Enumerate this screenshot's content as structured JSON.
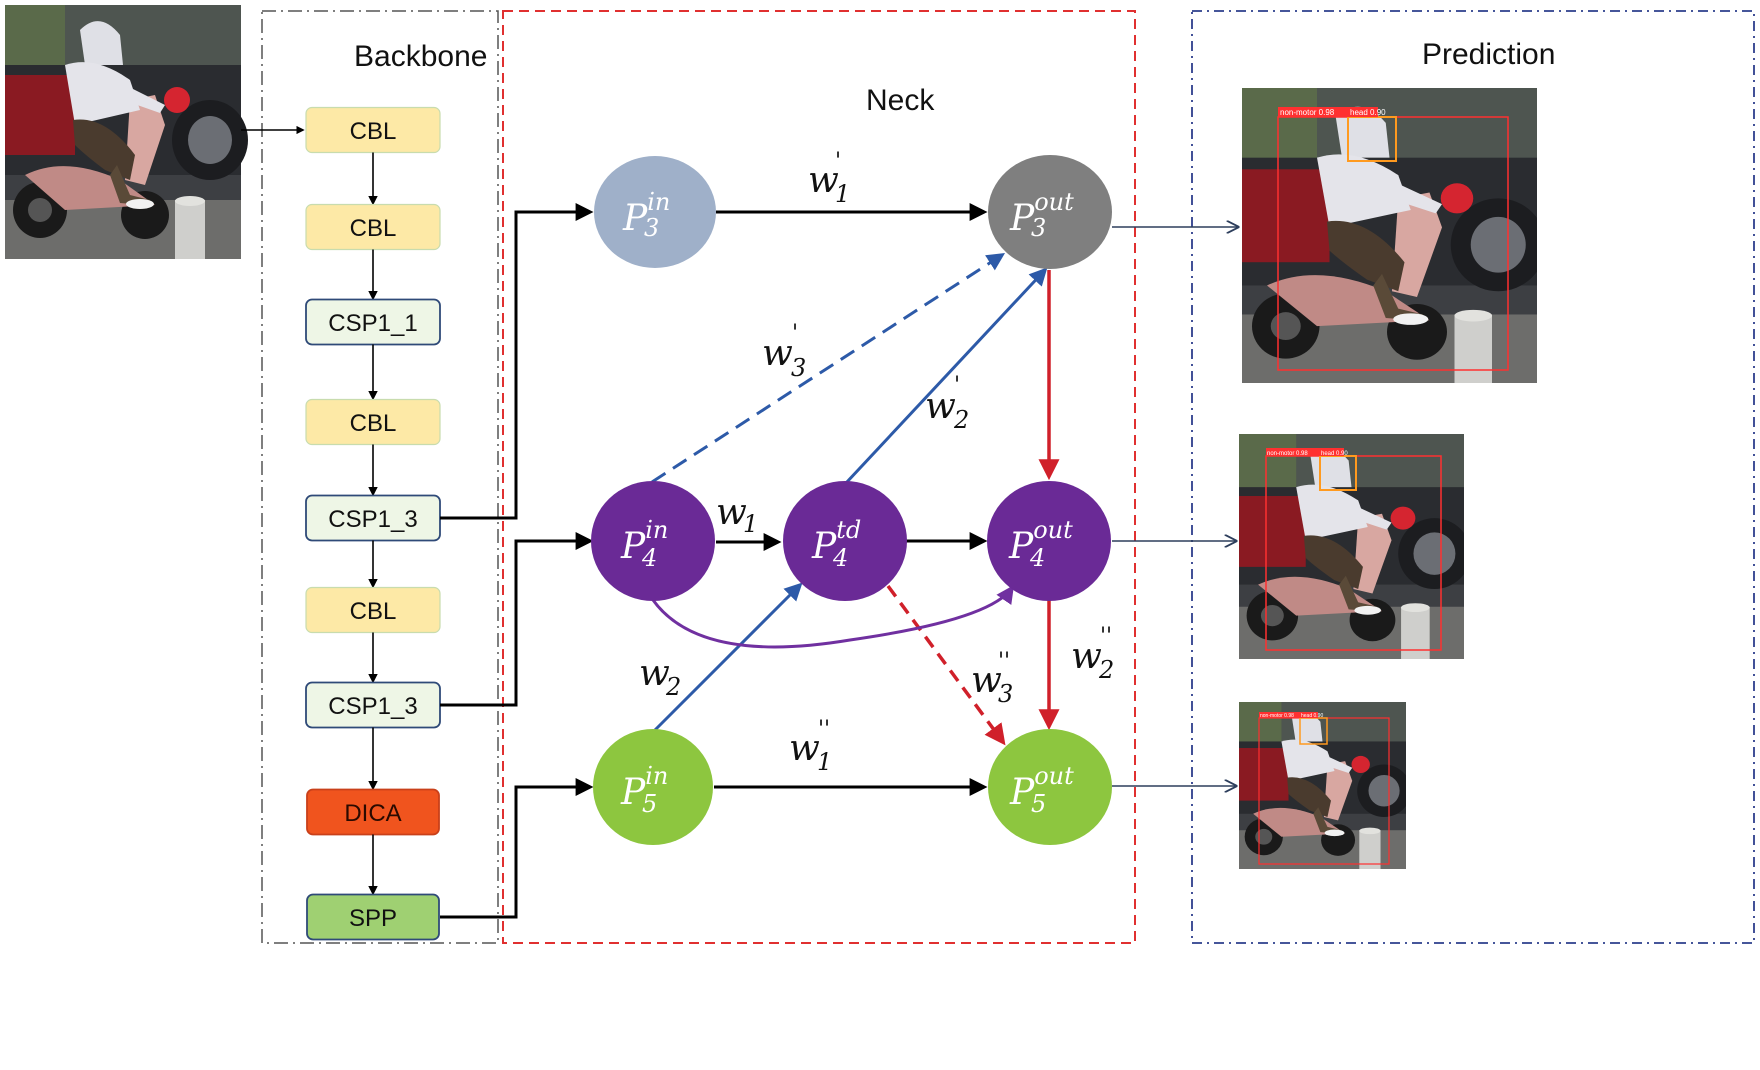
{
  "sections": {
    "backbone": "Backbone",
    "neck": "Neck",
    "prediction": "Prediction"
  },
  "backbone_blocks": [
    {
      "label": "CBL",
      "kind": "cbl"
    },
    {
      "label": "CBL",
      "kind": "cbl"
    },
    {
      "label": "CSP1_1",
      "kind": "csp"
    },
    {
      "label": "CBL",
      "kind": "cbl"
    },
    {
      "label": "CSP1_3",
      "kind": "csp"
    },
    {
      "label": "CBL",
      "kind": "cbl"
    },
    {
      "label": "CSP1_3",
      "kind": "csp"
    },
    {
      "label": "DICA",
      "kind": "dica"
    },
    {
      "label": "SPP",
      "kind": "spp"
    }
  ],
  "nodes": {
    "p3_in": {
      "main": "P",
      "sup": "in",
      "sub": "3"
    },
    "p4_in": {
      "main": "P",
      "sup": "in",
      "sub": "4"
    },
    "p5_in": {
      "main": "P",
      "sup": "in",
      "sub": "5"
    },
    "p4_td": {
      "main": "P",
      "sup": "td",
      "sub": "4"
    },
    "p3_out": {
      "main": "P",
      "sup": "out",
      "sub": "3"
    },
    "p4_out": {
      "main": "P",
      "sup": "out",
      "sub": "4"
    },
    "p5_out": {
      "main": "P",
      "sup": "out",
      "sub": "5"
    }
  },
  "weights": {
    "w1_prime": {
      "main": "w",
      "sub": "1",
      "prime": "'"
    },
    "w3_prime": {
      "main": "w",
      "sub": "3",
      "prime": "'"
    },
    "w2_prime": {
      "main": "w",
      "sub": "2",
      "prime": "'"
    },
    "w1": {
      "main": "w",
      "sub": "1",
      "prime": ""
    },
    "w2": {
      "main": "w",
      "sub": "2",
      "prime": ""
    },
    "w3_dprime": {
      "main": "w",
      "sub": "3",
      "prime": "''"
    },
    "w2_dprime": {
      "main": "w",
      "sub": "2",
      "prime": "''"
    },
    "w1_dprime": {
      "main": "w",
      "sub": "1",
      "prime": "''"
    }
  },
  "detection_labels": {
    "large": [
      "non-motor 0.98",
      "head 0.90"
    ],
    "medium": [
      "non-motor 0.98",
      "head 0.90"
    ],
    "small": [
      "non-motor 0.98",
      "head 0.90"
    ]
  },
  "colors": {
    "cbl_fill": "#fde9a6",
    "csp_fill": "#eef6e6",
    "dica_fill": "#f0541e",
    "spp_fill": "#9fd072",
    "p3_in_fill": "#9fb0c9",
    "p3_out_fill": "#7f7f7f",
    "p4_fill": "#6a2a96",
    "p5_fill": "#8dc63f",
    "blue_arrow": "#2d5aa8",
    "red_arrow": "#d0202a",
    "purple_arc": "#7030a0",
    "neck_border": "#e03030",
    "pred_border": "#2d3e8c",
    "backbone_border": "#555555"
  }
}
